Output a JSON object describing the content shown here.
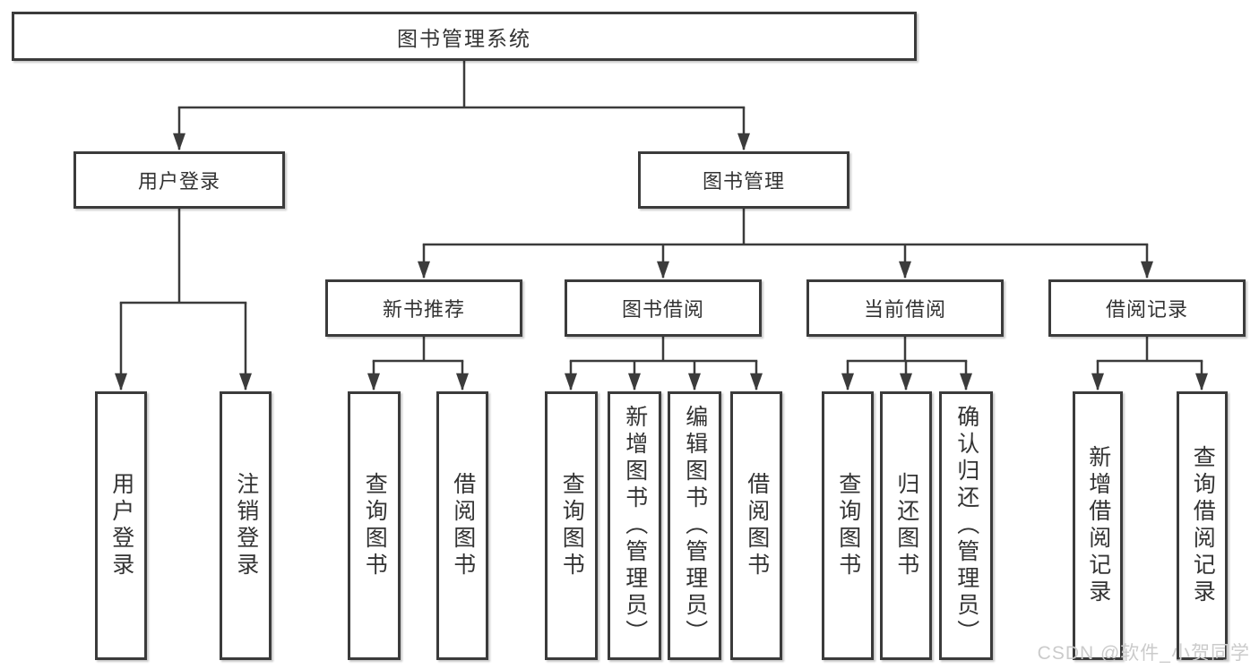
{
  "tree": {
    "label": "图书管理系统",
    "children": [
      {
        "label": "用户登录",
        "children": [
          {
            "label": "用户登录"
          },
          {
            "label": "注销登录"
          }
        ]
      },
      {
        "label": "图书管理",
        "children": [
          {
            "label": "新书推荐",
            "children": [
              {
                "label": "查询图书"
              },
              {
                "label": "借阅图书"
              }
            ]
          },
          {
            "label": "图书借阅",
            "children": [
              {
                "label": "查询图书"
              },
              {
                "label": "新增图书（管理员）"
              },
              {
                "label": "编辑图书（管理员）"
              },
              {
                "label": "借阅图书"
              }
            ]
          },
          {
            "label": "当前借阅",
            "children": [
              {
                "label": "查询图书"
              },
              {
                "label": "归还图书"
              },
              {
                "label": "确认归还（管理员）"
              }
            ]
          },
          {
            "label": "借阅记录",
            "children": [
              {
                "label": "新增借阅记录"
              },
              {
                "label": "查询借阅记录"
              }
            ]
          }
        ]
      }
    ]
  },
  "watermark": {
    "text": "CSDN @软件_小贺同学"
  },
  "colors": {
    "line": "#3b3b3b",
    "border": "#3b3b3b",
    "text": "#333333",
    "watermark": "#cbcbcb",
    "background": "#ffffff"
  }
}
